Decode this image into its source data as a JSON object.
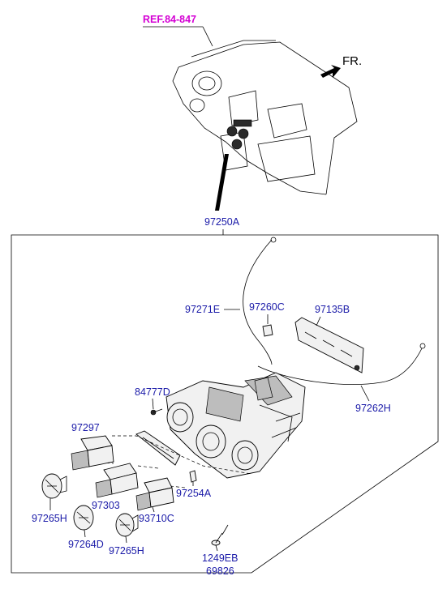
{
  "reference": "REF.84-847",
  "direction": "FR.",
  "colors": {
    "part_label": "#1a1aa8",
    "reference_label": "#d400d4",
    "line": "#000000"
  },
  "labels": {
    "assembly": "97250A",
    "cable_e": "97271E",
    "clip": "97260C",
    "panel_b": "97135B",
    "screw": "84777D",
    "cable_h": "97262H",
    "switch_97297": "97297",
    "switch_97303": "97303",
    "switch_93710c": "93710C",
    "bulb": "97254A",
    "knob_left": "97265H",
    "knob_center": "97264D",
    "knob_right": "97265H",
    "bolt_1": "1249EB",
    "bolt_2": "69826"
  }
}
